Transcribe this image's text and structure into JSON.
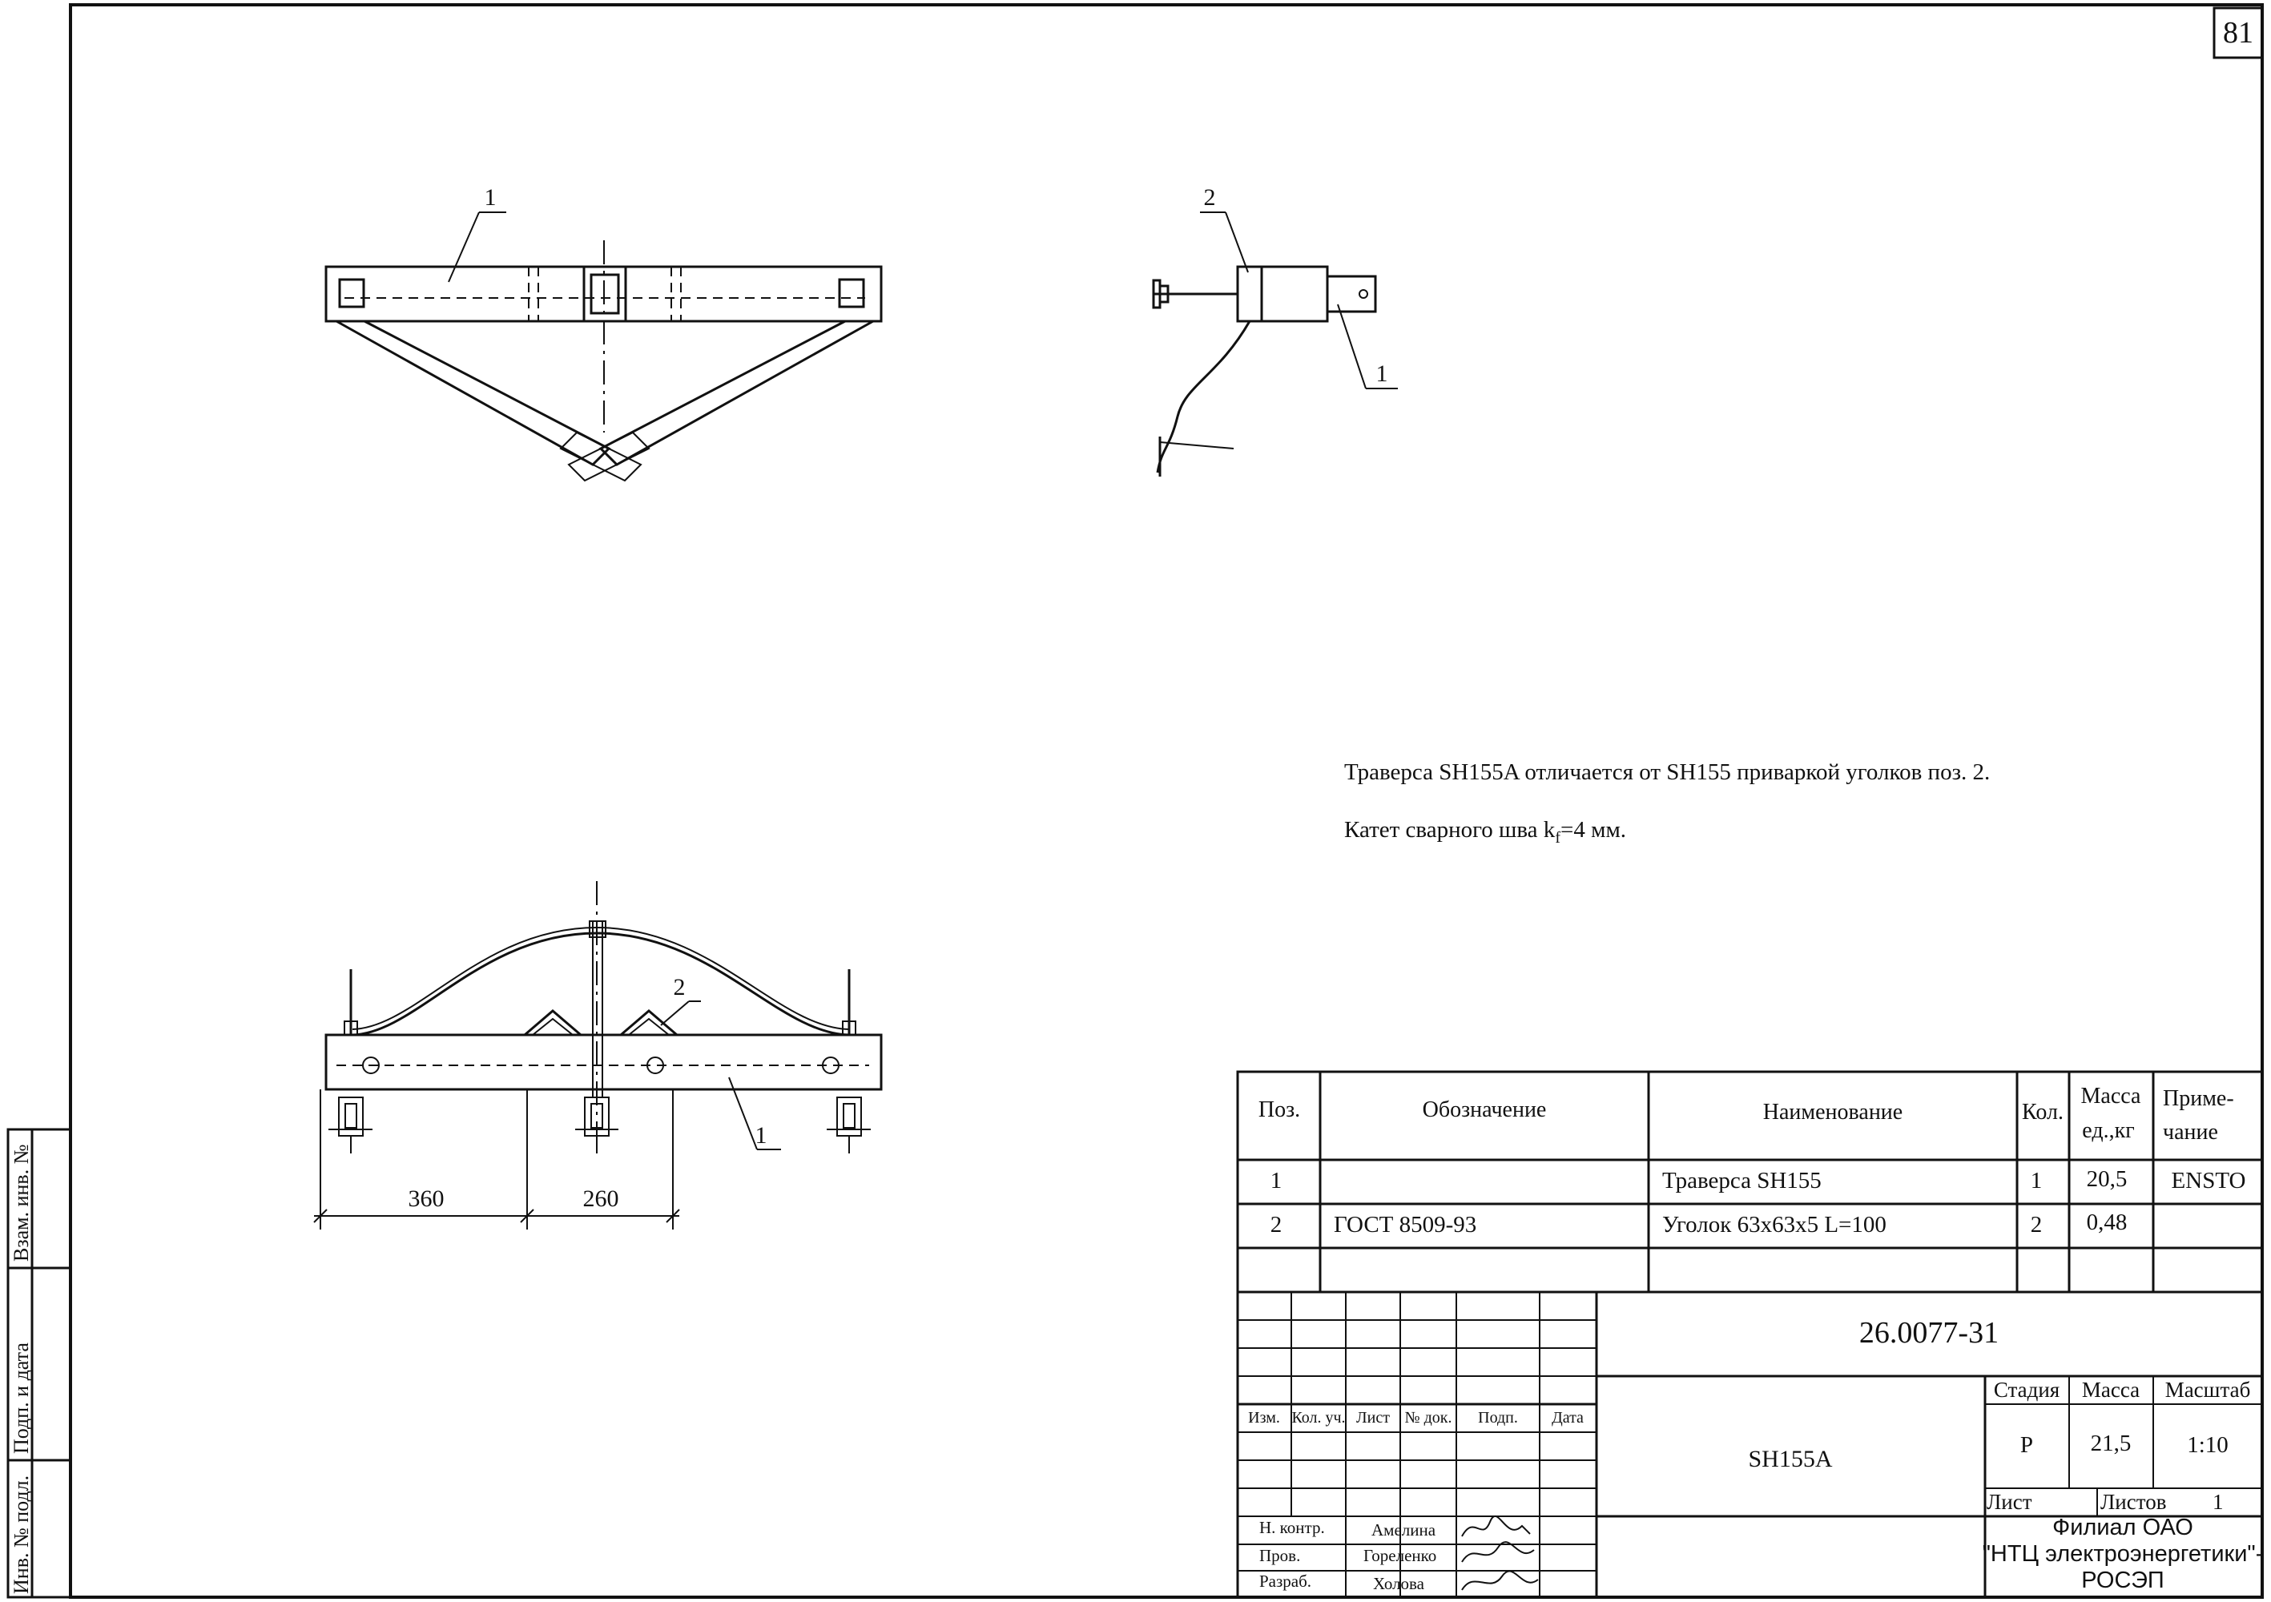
{
  "page_number": "81",
  "notes": {
    "line1": "Траверса SH155A отличается от SH155 приваркой уголков поз. 2.",
    "line2_prefix": "Катет сварного шва k",
    "line2_sub": "f",
    "line2_suffix": "=4 мм."
  },
  "drawing": {
    "top_view_pos": "1",
    "side_view_pos2": "2",
    "side_view_pos1": "1",
    "front_view_pos2": "2",
    "front_view_pos1": "1",
    "dim_left": "360",
    "dim_right": "260"
  },
  "side_labels": {
    "inv_podl": "Инв. № подл.",
    "podp_data": "Подп. и дата",
    "vzam_inv": "Взам. инв. №"
  },
  "bom": {
    "headers": {
      "pos": "Поз.",
      "designation": "Обозначение",
      "name": "Наименование",
      "qty": "Кол.",
      "mass_line1": "Масса",
      "mass_line2": "ед.,кг",
      "note_line1": "Приме-",
      "note_line2": "чание"
    },
    "rows": [
      {
        "pos": "1",
        "designation": "",
        "name": "Траверса SH155",
        "qty": "1",
        "mass": "20,5",
        "note": "ENSTO"
      },
      {
        "pos": "2",
        "designation": "ГОСТ 8509-93",
        "name": "Уголок 63х63х5 L=100",
        "qty": "2",
        "mass": "0,48",
        "note": ""
      }
    ]
  },
  "title_block": {
    "doc_number": "26.0077-31",
    "product_name": "SH155A",
    "rev_headers": [
      "Изм.",
      "Кол. уч.",
      "Лист",
      "№ док.",
      "Подп.",
      "Дата"
    ],
    "stage_label": "Стадия",
    "mass_label": "Масса",
    "scale_label": "Масштаб",
    "stage_value": "Р",
    "mass_value": "21,5",
    "scale_value": "1:10",
    "sheet_label": "Лист",
    "sheets_label": "Листов",
    "sheets_value": "1",
    "org_line1": "Филиал ОАО",
    "org_line2": "\"НТЦ электроэнергетики\"-",
    "org_line3": "РОСЭП",
    "roles": [
      {
        "role": "Н. контр.",
        "name": "Амелина"
      },
      {
        "role": "Пров.",
        "name": "Гореленко"
      },
      {
        "role": "Разраб.",
        "name": "Холова"
      }
    ]
  }
}
